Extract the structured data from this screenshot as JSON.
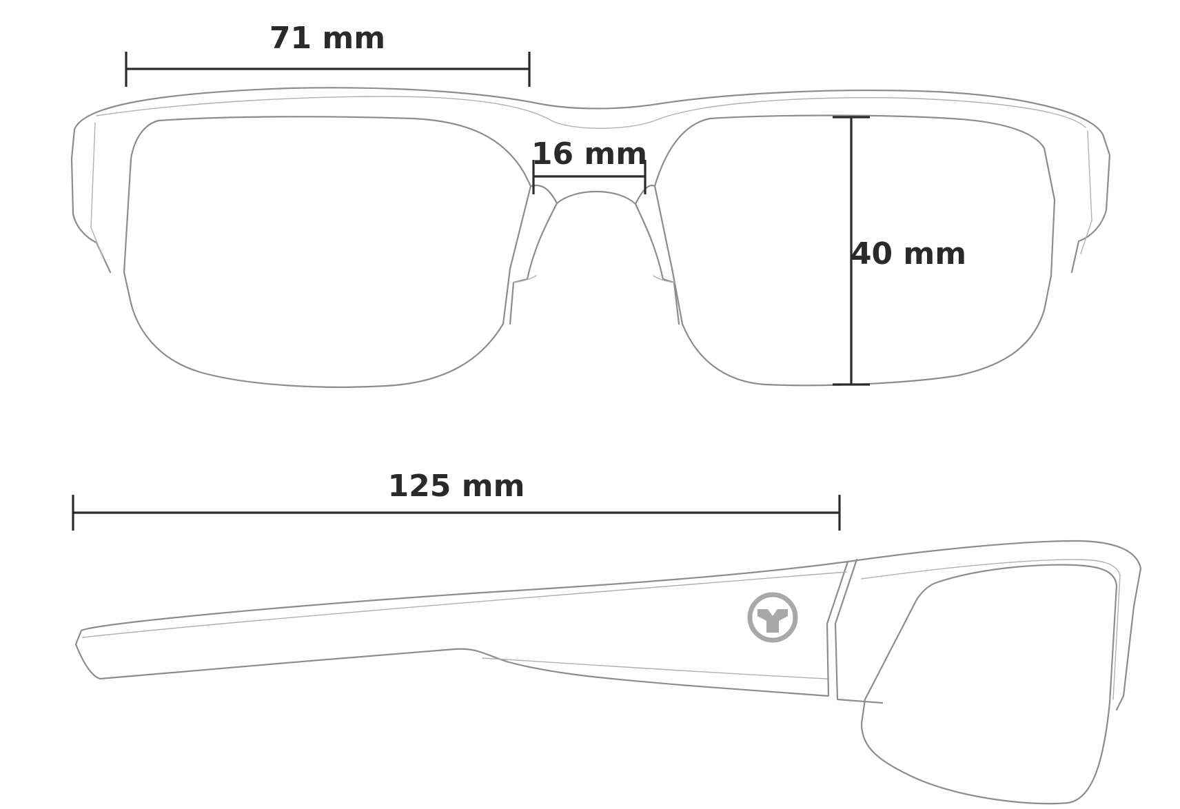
{
  "dimensions": {
    "lens_width": "71 mm",
    "bridge_width": "16 mm",
    "lens_height": "40 mm",
    "temple_length": "125 mm"
  },
  "colors": {
    "outline": "#8c8c8c",
    "dimension_lines": "#2a2a2a",
    "logo": "#a8a8a8"
  },
  "icons": {
    "temple_logo": "brand-logo-icon"
  }
}
